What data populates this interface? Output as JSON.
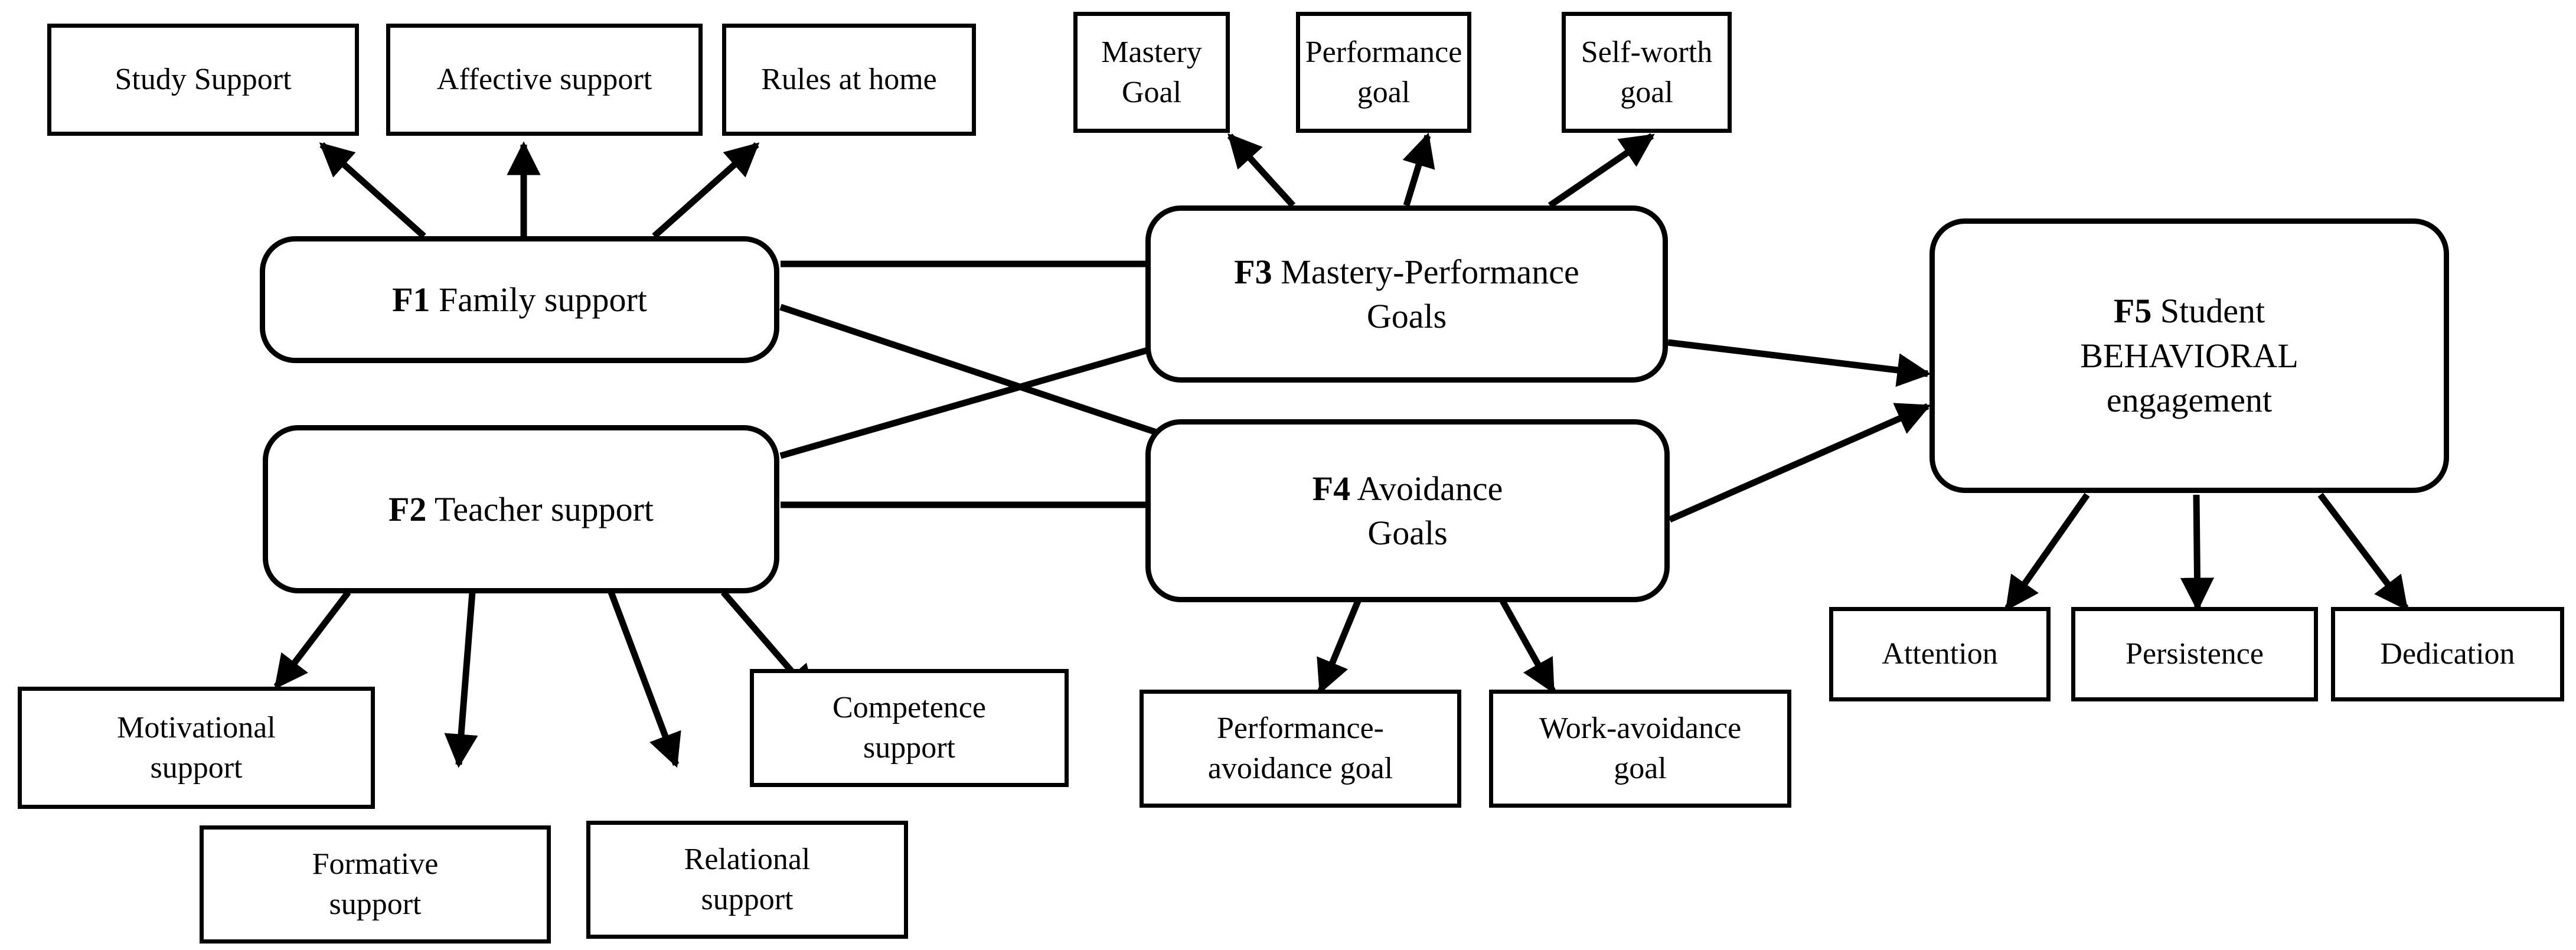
{
  "diagram": {
    "title": "Structural model of family and teacher support, achievement goals and student behavioral engagement",
    "type": "path-diagram",
    "colors": {
      "stroke": "#000000",
      "fill": "#ffffff",
      "text": "#000000"
    }
  },
  "indicators": {
    "family": [
      {
        "id": "study-support",
        "label": "Study Support"
      },
      {
        "id": "affective-support",
        "label": "Affective support"
      },
      {
        "id": "rules-at-home",
        "label": "Rules at home"
      }
    ],
    "teacher": [
      {
        "id": "motivational-support",
        "label": "Motivational\nsupport"
      },
      {
        "id": "formative-support",
        "label": "Formative\nsupport"
      },
      {
        "id": "relational-support",
        "label": "Relational\nsupport"
      },
      {
        "id": "competence-support",
        "label": "Competence\nsupport"
      }
    ],
    "mastery_performance": [
      {
        "id": "mastery-goal",
        "label": "Mastery\nGoal"
      },
      {
        "id": "performance-goal",
        "label": "Performance\ngoal"
      },
      {
        "id": "self-worth-goal",
        "label": "Self-worth\ngoal"
      }
    ],
    "avoidance": [
      {
        "id": "performance-avoidance-goal",
        "label": "Performance-\navoidance goal"
      },
      {
        "id": "work-avoidance-goal",
        "label": "Work-avoidance\ngoal"
      }
    ],
    "engagement": [
      {
        "id": "attention",
        "label": "Attention"
      },
      {
        "id": "persistence",
        "label": "Persistence"
      },
      {
        "id": "dedication",
        "label": "Dedication"
      }
    ]
  },
  "factors": {
    "f1": {
      "code": "F1",
      "name": "Family support"
    },
    "f2": {
      "code": "F2",
      "name": "Teacher support"
    },
    "f3": {
      "code": "F3",
      "name": "Mastery-Performance\nGoals"
    },
    "f4": {
      "code": "F4",
      "name": "Avoidance\nGoals"
    },
    "f5": {
      "code": "F5",
      "name": "Student\nBEHAVIORAL\nengagement"
    }
  },
  "paths": [
    {
      "from": "f1",
      "to": "study-support"
    },
    {
      "from": "f1",
      "to": "affective-support"
    },
    {
      "from": "f1",
      "to": "rules-at-home"
    },
    {
      "from": "f2",
      "to": "motivational-support"
    },
    {
      "from": "f2",
      "to": "formative-support"
    },
    {
      "from": "f2",
      "to": "relational-support"
    },
    {
      "from": "f2",
      "to": "competence-support"
    },
    {
      "from": "f3",
      "to": "mastery-goal"
    },
    {
      "from": "f3",
      "to": "performance-goal"
    },
    {
      "from": "f3",
      "to": "self-worth-goal"
    },
    {
      "from": "f4",
      "to": "performance-avoidance-goal"
    },
    {
      "from": "f4",
      "to": "work-avoidance-goal"
    },
    {
      "from": "f5",
      "to": "attention"
    },
    {
      "from": "f5",
      "to": "persistence"
    },
    {
      "from": "f5",
      "to": "dedication"
    },
    {
      "from": "f1",
      "to": "f3"
    },
    {
      "from": "f1",
      "to": "f4"
    },
    {
      "from": "f2",
      "to": "f3"
    },
    {
      "from": "f2",
      "to": "f4"
    },
    {
      "from": "f3",
      "to": "f5"
    },
    {
      "from": "f4",
      "to": "f5"
    }
  ]
}
